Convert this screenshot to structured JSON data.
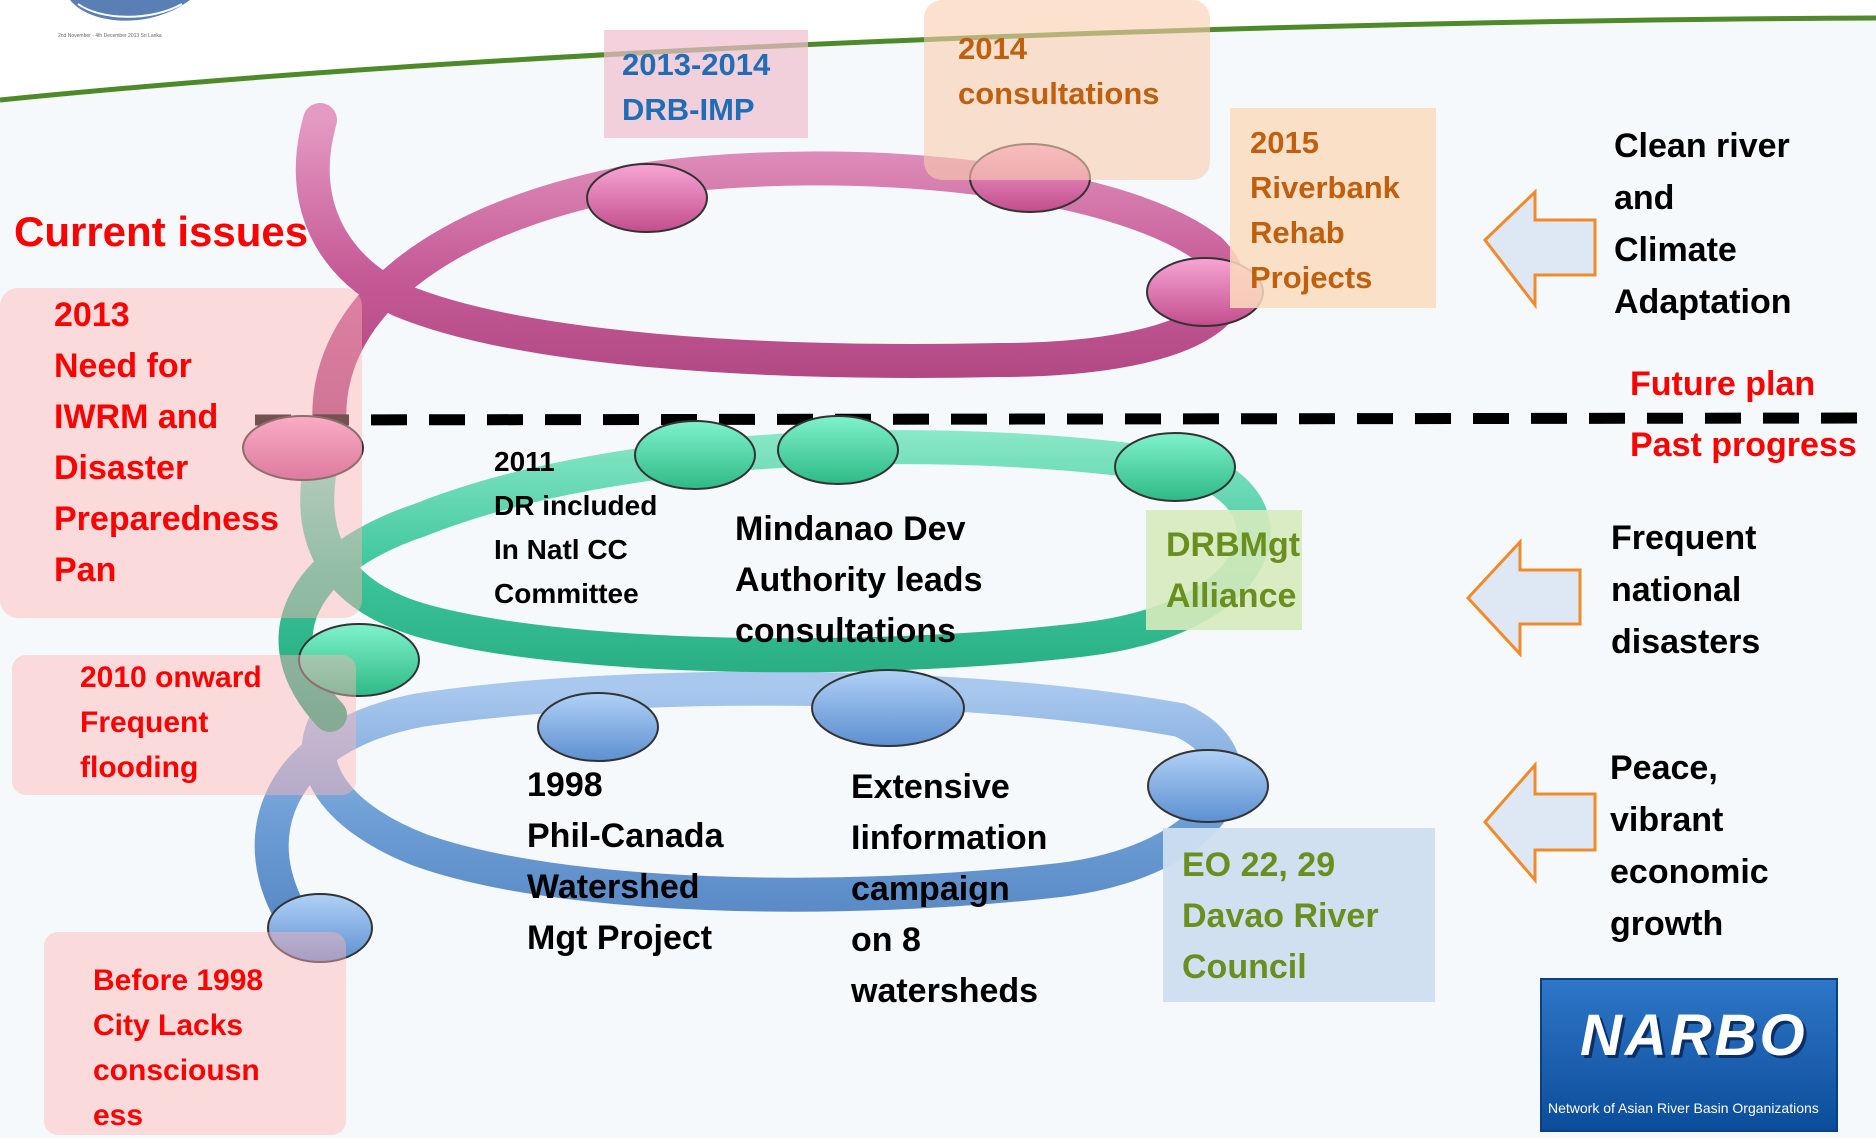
{
  "header": {
    "event_caption": "2nd November - 4th December 2013 Sri Lanka",
    "logo_name": "water-security-logo"
  },
  "left": {
    "current_issues": "Current issues",
    "issue_2013": "2013\nNeed for\nIWRM and\nDisaster\nPreparedness\nPan",
    "issue_2010": "2010 onward\nFrequent\nflooding",
    "issue_before_1998": "Before 1998\nCity Lacks\nconsciousn\ness"
  },
  "spiral": {
    "top": {
      "drb_imp": "2013-2014\nDRB-IMP",
      "consultations_2014": "2014\nconsultations",
      "riverbank_2015": "2015\nRiverbank\nRehab\nProjects"
    },
    "middle": {
      "dr_2011": "2011\nDR included\nIn Natl CC\nCommittee",
      "mindanao": "Mindanao Dev\nAuthority leads\nconsultations",
      "drbmgt": "DRBMgt\nAlliance"
    },
    "bottom": {
      "phil_canada": "1998\nPhil-Canada\nWatershed\nMgt Project",
      "campaign": "Extensive\nIinformation\ncampaign\non 8\nwatersheds",
      "eo_council": "EO 22, 29\nDavao River\nCouncil"
    }
  },
  "divider": {
    "future_plan": "Future plan",
    "past_progress": "Past progress"
  },
  "right": {
    "goal_top": "Clean river\nand\nClimate\nAdaptation",
    "goal_middle": "Frequent\nnational\ndisasters",
    "goal_bottom": "Peace,\nvibrant\neconomic\n growth"
  },
  "narbo": {
    "title": "NARBO",
    "subtitle": "Network of Asian River Basin Organizations"
  },
  "colors": {
    "red": "#ff0000",
    "orange": "#c0600e",
    "blue": "#1f6db5",
    "green": "#6b8f1e",
    "spiral_pink": "#c55a96",
    "spiral_green": "#3cc59a",
    "spiral_blue": "#6f9fd6",
    "header_green": "#4f8a2a"
  }
}
